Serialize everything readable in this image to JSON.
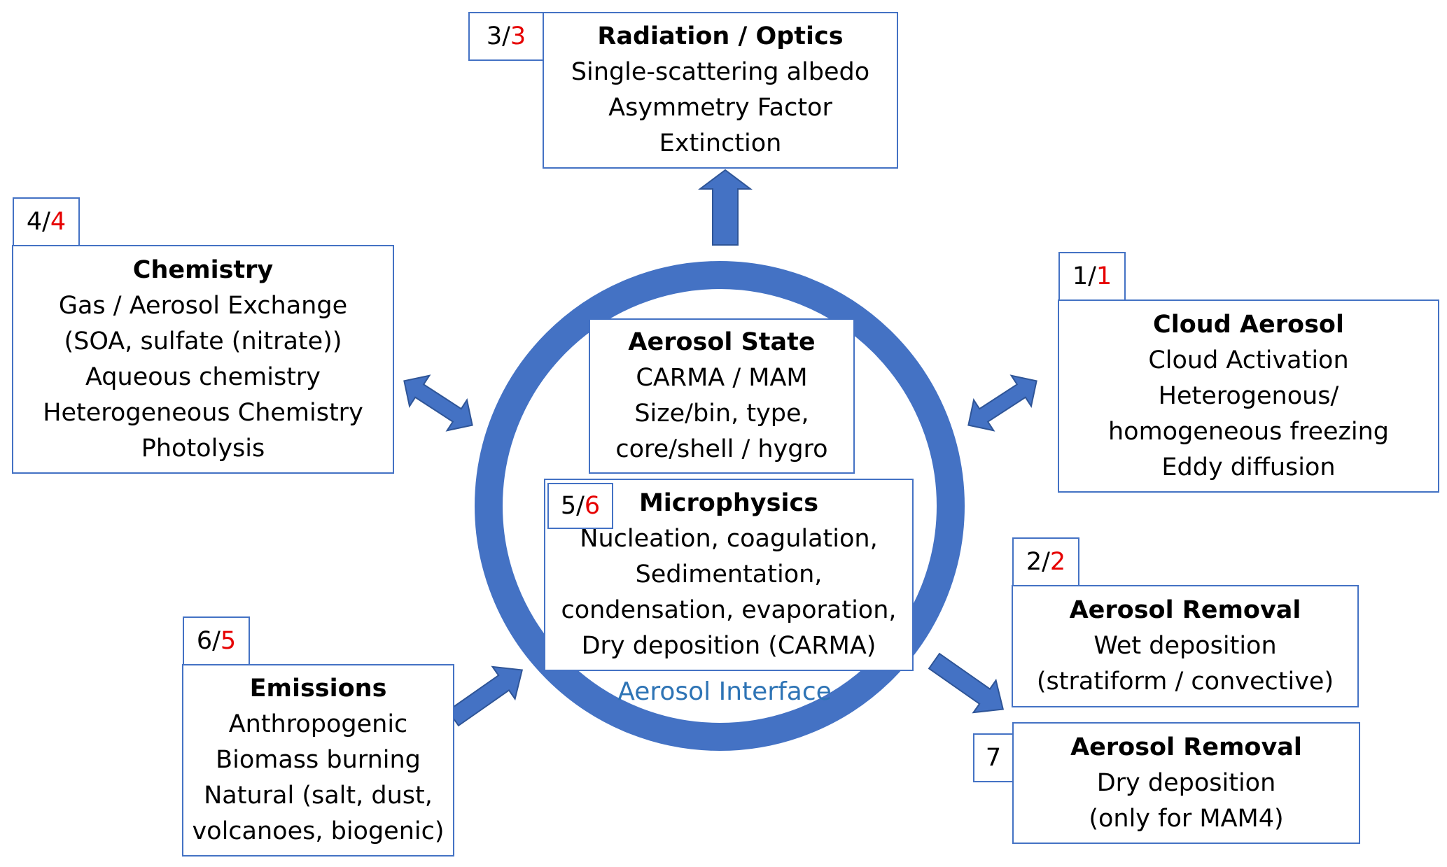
{
  "colors": {
    "border": "#4472c4",
    "ring": "#4472c4",
    "arrow": "#4472c4",
    "accent_red": "#e60000",
    "interface_text": "#2e74b5"
  },
  "boxes": {
    "radiation": {
      "title": "Radiation / Optics",
      "lines": [
        "Single-scattering albedo",
        "Asymmetry Factor",
        "Extinction"
      ],
      "tag_black": "3/",
      "tag_red": "3"
    },
    "chemistry": {
      "title": "Chemistry",
      "lines": [
        "Gas / Aerosol Exchange",
        "(SOA, sulfate (nitrate))",
        "Aqueous chemistry",
        "Heterogeneous Chemistry",
        "Photolysis"
      ],
      "tag_black": "4/",
      "tag_red": "4"
    },
    "cloud": {
      "title": "Cloud Aerosol",
      "lines": [
        "Cloud Activation",
        "Heterogenous/",
        "homogeneous freezing",
        "Eddy diffusion"
      ],
      "tag_black": "1/",
      "tag_red": "1"
    },
    "state": {
      "title": "Aerosol State",
      "lines": [
        "CARMA / MAM",
        "Size/bin, type,",
        "core/shell / hygro"
      ]
    },
    "microphysics": {
      "title": "Microphysics",
      "lines": [
        "Nucleation, coagulation,",
        "Sedimentation,",
        "condensation, evaporation,",
        "Dry deposition (CARMA)"
      ],
      "tag_black": "5/",
      "tag_red": "6"
    },
    "removal_wet": {
      "title": "Aerosol Removal",
      "lines": [
        "Wet deposition",
        "(stratiform / convective)"
      ],
      "tag_black": "2/",
      "tag_red": "2"
    },
    "removal_dry": {
      "title": "Aerosol Removal",
      "lines": [
        "Dry deposition",
        "(only for MAM4)"
      ],
      "tag_black": "7"
    },
    "emissions": {
      "title": "Emissions",
      "lines": [
        "Anthropogenic",
        "Biomass burning",
        "Natural (salt, dust,",
        "volcanoes, biogenic)"
      ],
      "tag_black": "6/",
      "tag_red": "5"
    }
  },
  "interface_label": "Aerosol Interface"
}
